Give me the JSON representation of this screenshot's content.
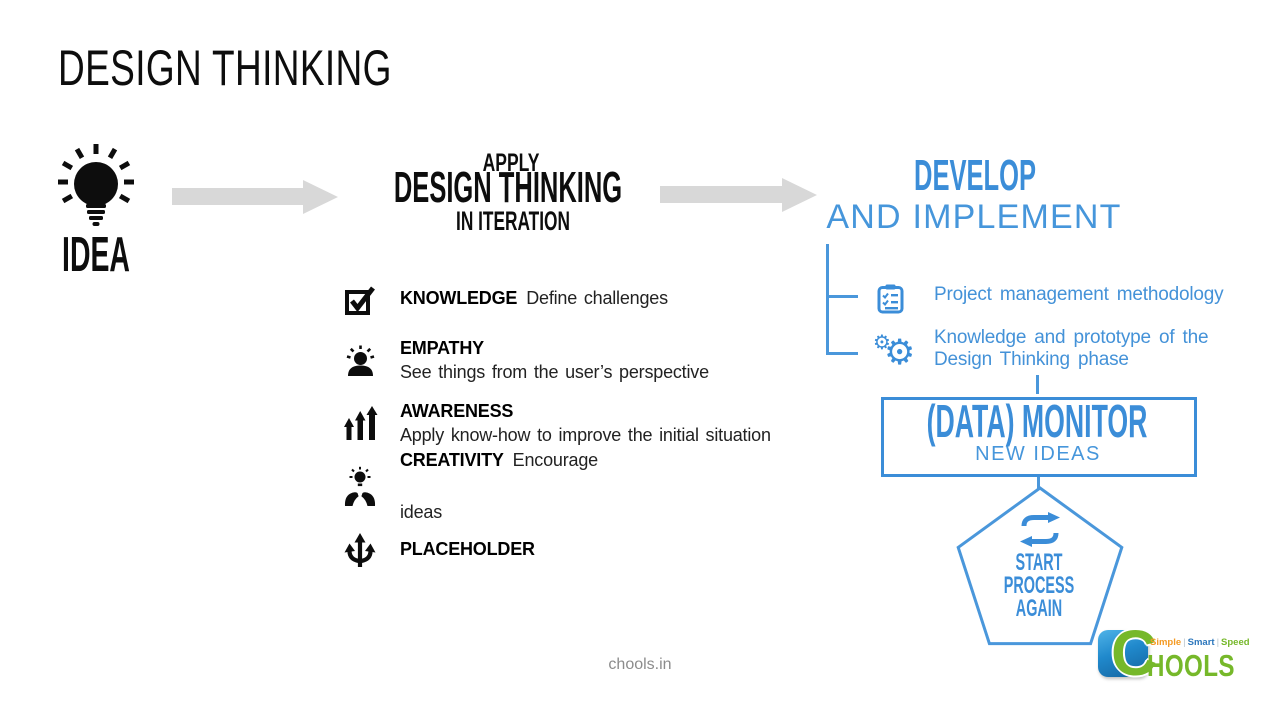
{
  "title": "DESIGN THINKING",
  "idea": {
    "icon": "lightbulb-icon",
    "label": "IDEA"
  },
  "flow": {
    "arrow1": "arrow-right-icon",
    "arrow2": "arrow-right-icon"
  },
  "apply": {
    "top": "APPLY",
    "main": "DESIGN THINKING",
    "bottom": "IN ITERATION"
  },
  "develop": {
    "top": "DEVELOP",
    "bottom": "AND IMPLEMENT"
  },
  "items": [
    {
      "icon": "checkbox-icon",
      "title": "KNOWLEDGE",
      "desc": "Define challenges"
    },
    {
      "icon": "empathy-person-icon",
      "title": "EMPATHY",
      "desc": "See things from the user’s perspective"
    },
    {
      "icon": "growth-arrows-icon",
      "title": "AWARENESS",
      "desc": "Apply know-how to improve the initial situation"
    },
    {
      "icon": "hands-lightbulb-icon",
      "title": "CREATIVITY",
      "desc": "Encourage",
      "desc2": "ideas"
    },
    {
      "icon": "direction-arrows-icon",
      "title": "PLACEHOLDER"
    }
  ],
  "outputs": [
    {
      "icon": "checklist-icon",
      "text": "Project management methodology"
    },
    {
      "icon": "gears-icon",
      "line1": "Knowledge and prototype of the",
      "line2": "Design Thinking phase"
    }
  ],
  "monitor": {
    "title": "(DATA) MONITOR",
    "subtitle": "NEW IDEAS"
  },
  "restart": {
    "icon": "refresh-icon",
    "shape": "pentagon",
    "line1": "START",
    "line2": "PROCESS",
    "line3": "AGAIN"
  },
  "footer": "chools.in",
  "logo": {
    "letter": "C",
    "name_rest": "HOOLS",
    "tagline_1": "Simple",
    "tagline_2": "Smart",
    "tagline_3": "Speed",
    "sep": "|"
  },
  "glyphs": {
    "gear": "⚙"
  },
  "colors": {
    "accent_blue": "#3b8dd8",
    "line_blue": "#4a97db",
    "text_blue": "#4492d8",
    "arrow_gray": "#d8d8d8",
    "black": "#0d0d0d",
    "logo_green": "#76b82a",
    "logo_blue": "#2089cc",
    "tagline_orange": "#f49a23",
    "tagline_blue": "#2c77bc",
    "tagline_green": "#76b82a",
    "footer_gray": "#8c8c8c"
  }
}
